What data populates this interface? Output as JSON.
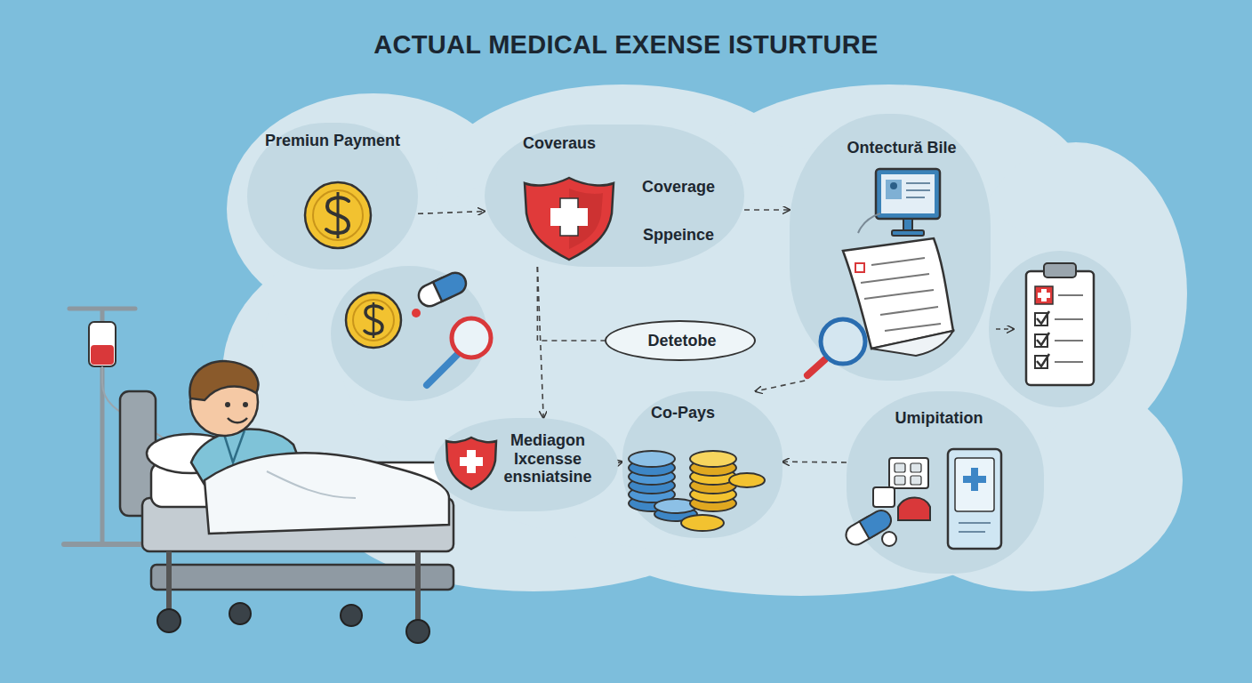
{
  "diagram": {
    "title": "ACTUAL MEDICAL EXENSE ISTURTURE",
    "nodes": [
      {
        "text": [
          "Premiun Payment"
        ]
      },
      {
        "text": [
          "Coveraus",
          "Coverage",
          "Sppeince"
        ]
      },
      {
        "text": [
          "Ontectură Bile"
        ]
      },
      {
        "text": [
          "Detetobe"
        ]
      },
      {
        "text": [
          "Mediagon Ixcensse ensniatsine"
        ]
      },
      {
        "text": [
          "Co-Pays"
        ]
      },
      {
        "text": [
          "Umipitation"
        ]
      }
    ],
    "edges": [
      {
        "from": 0,
        "to": 1,
        "arrow": "to"
      },
      {
        "from": 1,
        "to": 2,
        "arrow": "to"
      },
      {
        "from": 1,
        "to": 3,
        "arrow": "none"
      },
      {
        "from": 1,
        "to": 4,
        "arrow": "to"
      },
      {
        "from": 2,
        "to": 5,
        "arrow": "to"
      },
      {
        "from": 6,
        "to": 5,
        "arrow": "to"
      },
      {
        "from": 4,
        "to": 5,
        "arrow": "to"
      }
    ]
  }
}
